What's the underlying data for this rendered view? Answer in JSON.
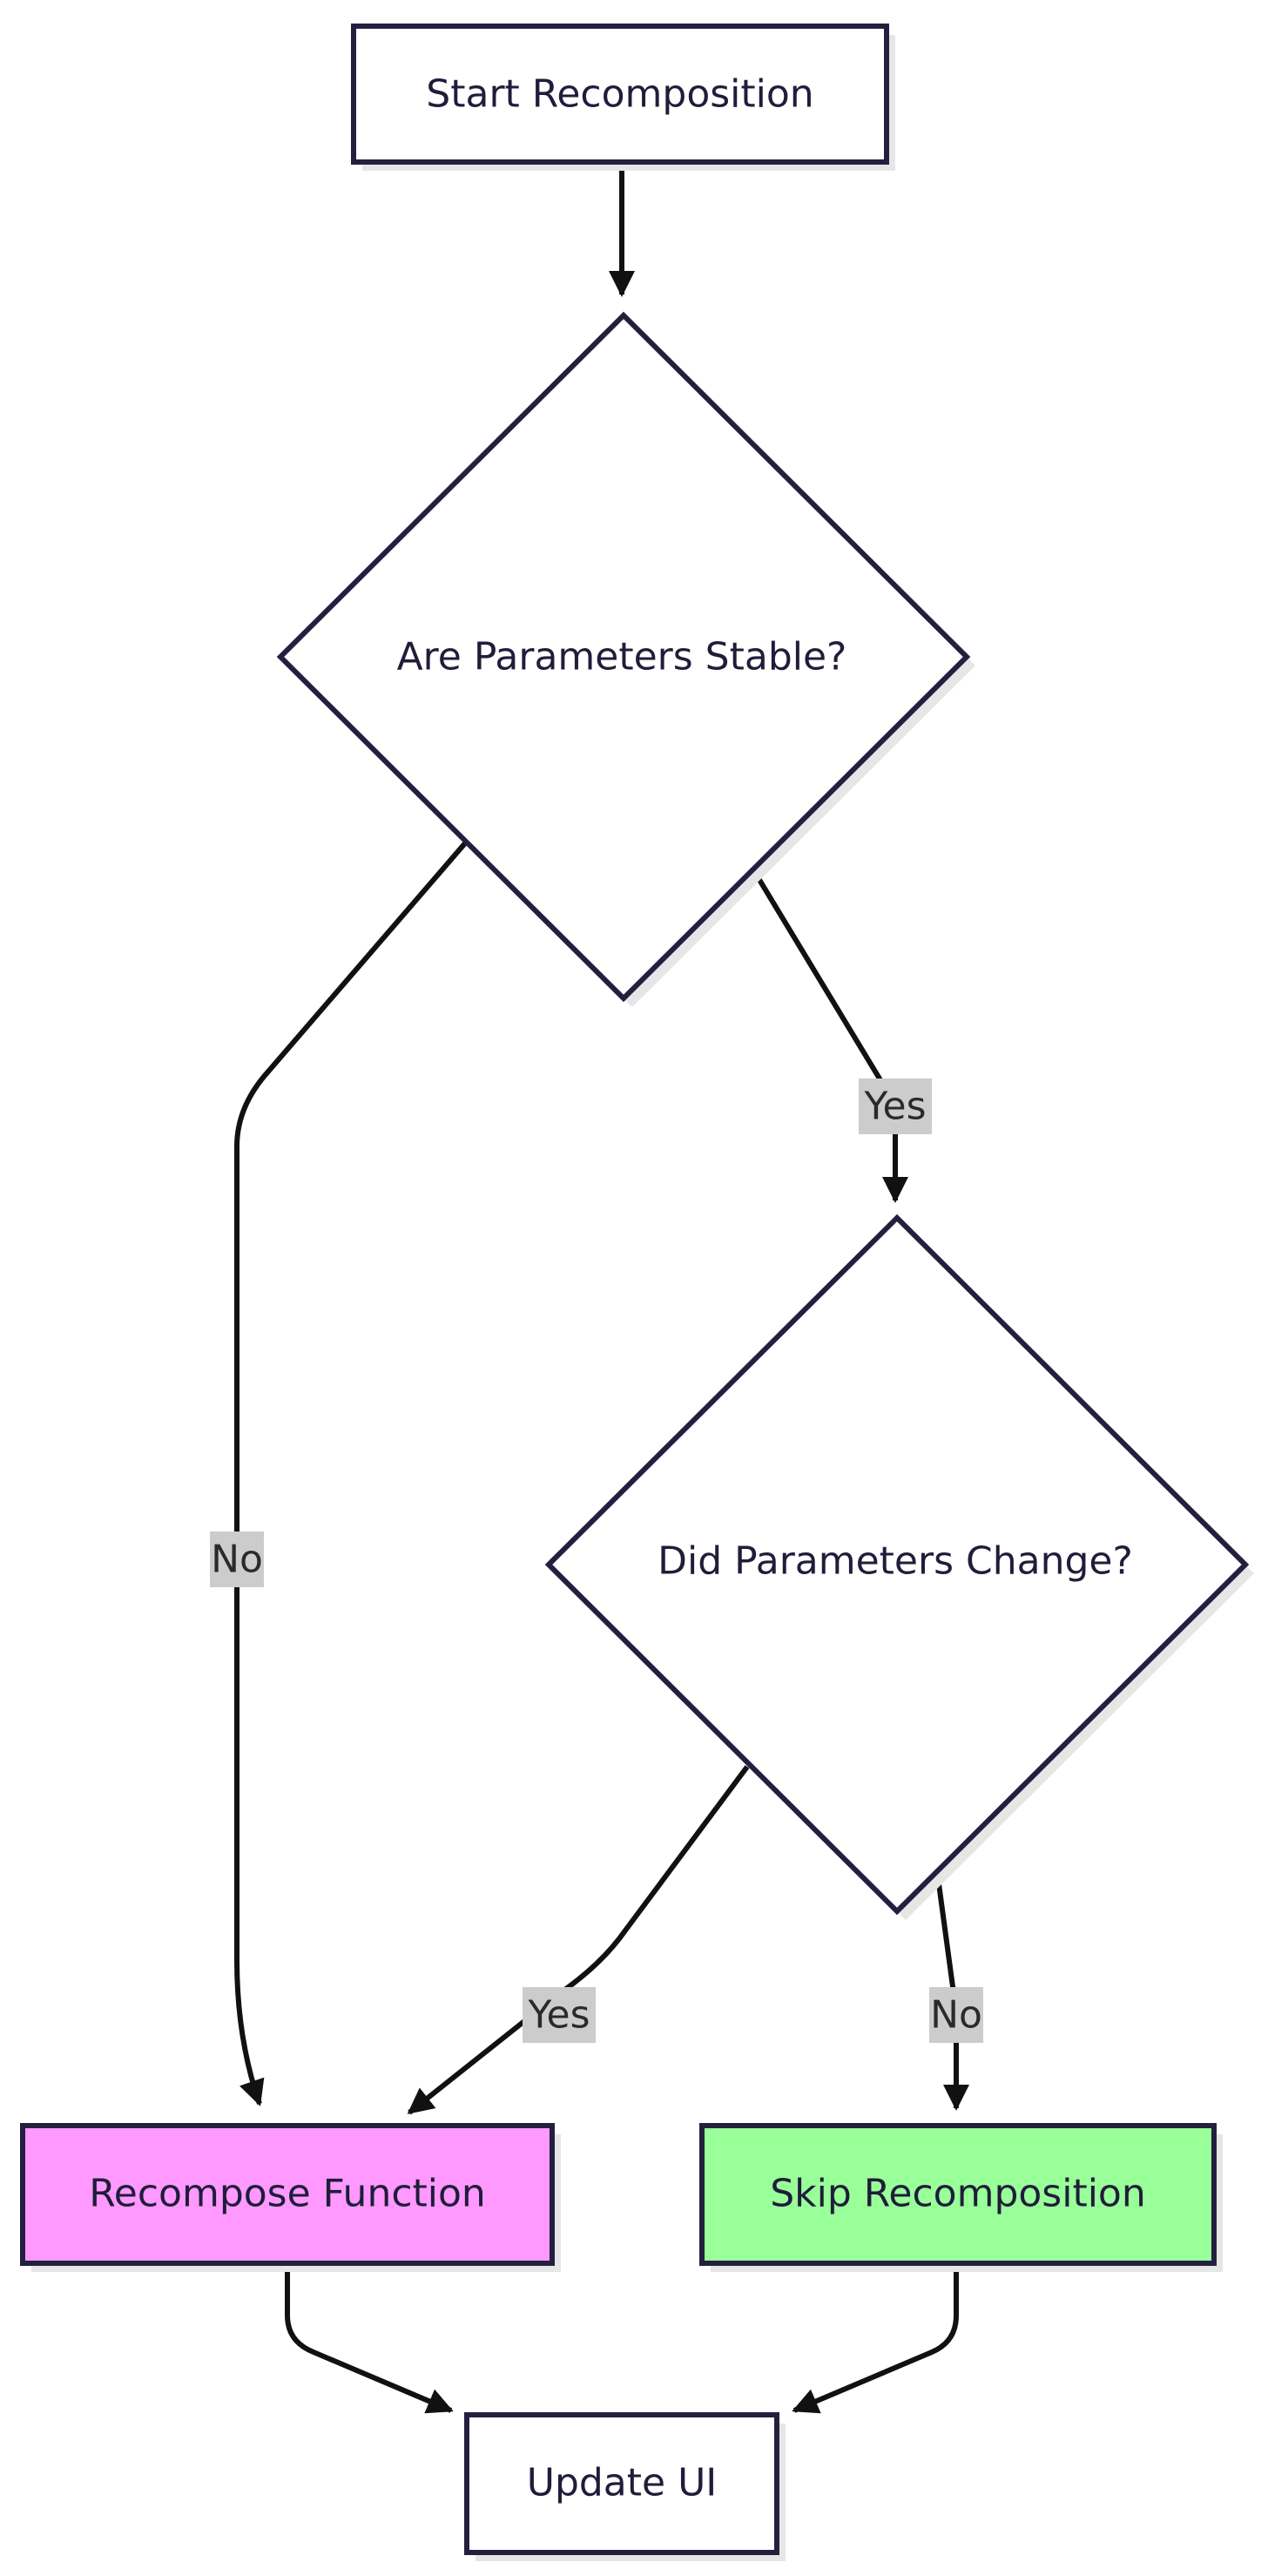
{
  "diagram": {
    "nodes": {
      "start": {
        "label": "Start Recomposition",
        "shape": "rect",
        "fill": "#ffffff"
      },
      "stable": {
        "label": "Are Parameters Stable?",
        "shape": "diamond",
        "fill": "#ffffff"
      },
      "changed": {
        "label": "Did Parameters Change?",
        "shape": "diamond",
        "fill": "#ffffff"
      },
      "recompose": {
        "label": "Recompose Function",
        "shape": "rect",
        "fill": "#ff99ff"
      },
      "skip": {
        "label": "Skip Recomposition",
        "shape": "rect",
        "fill": "#99ff99"
      },
      "update": {
        "label": "Update UI",
        "shape": "rect",
        "fill": "#ffffff"
      }
    },
    "edges": {
      "start_to_stable": {
        "from": "start",
        "to": "stable",
        "label": ""
      },
      "stable_yes": {
        "from": "stable",
        "to": "changed",
        "label": "Yes"
      },
      "stable_no": {
        "from": "stable",
        "to": "recompose",
        "label": "No"
      },
      "changed_yes": {
        "from": "changed",
        "to": "recompose",
        "label": "Yes"
      },
      "changed_no": {
        "from": "changed",
        "to": "skip",
        "label": "No"
      },
      "recompose_to_update": {
        "from": "recompose",
        "to": "update",
        "label": ""
      },
      "skip_to_update": {
        "from": "skip",
        "to": "update",
        "label": ""
      }
    },
    "colors": {
      "stroke": "#23203f",
      "edge": "#111111",
      "edge_label_bg": "#cccccc",
      "shadow": "#e6e6e6",
      "text": "#1f1d3a"
    }
  }
}
